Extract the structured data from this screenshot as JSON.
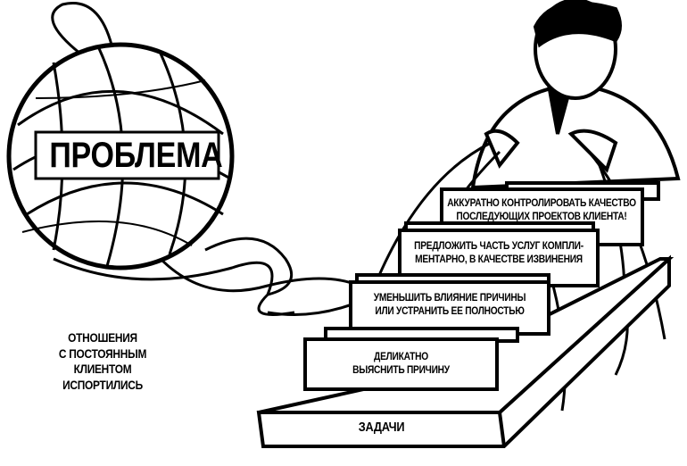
{
  "problem_label": "ПРОБЛЕМА",
  "situation_lines": [
    "ОТНОШЕНИЯ",
    "С ПОСТОЯННЫМ",
    "КЛИЕНТОМ",
    "ИСПОРТИЛИСЬ"
  ],
  "base_label": "ЗАДАЧИ",
  "steps": [
    {
      "lines": [
        "ДЕЛИКАТНО",
        "ВЫЯСНИТЬ ПРИЧИНУ"
      ]
    },
    {
      "lines": [
        "УМЕНЬШИТЬ ВЛИЯНИЕ ПРИЧИНЫ",
        "ИЛИ УСТРАНИТЬ ЕЕ ПОЛНОСТЬЮ"
      ]
    },
    {
      "lines": [
        "ПРЕДЛОЖИТЬ ЧАСТЬ УСЛУГ КОМПЛИ-",
        "МЕНТАРНО, В КАЧЕСТВЕ ИЗВИНЕНИЯ"
      ]
    },
    {
      "lines": [
        "АККУРАТНО КОНТРОЛИРОВАТЬ КАЧЕСТВО",
        "ПОСЛЕДУЮЩИХ ПРОЕКТОВ КЛИЕНТА!"
      ]
    }
  ],
  "colors": {
    "ink": "#000000",
    "paper": "#ffffff"
  }
}
